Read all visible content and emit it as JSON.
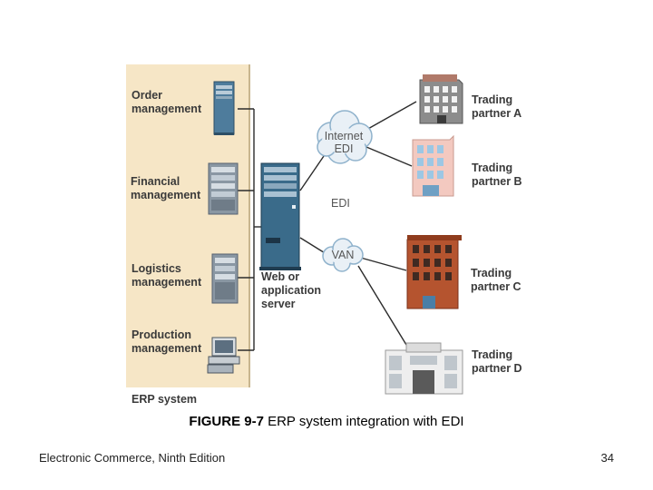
{
  "erp_modules": [
    {
      "line1": "Order",
      "line2": "management",
      "icon": "server-tower-icon"
    },
    {
      "line1": "Financial",
      "line2": "management",
      "icon": "server-rack-icon"
    },
    {
      "line1": "Logistics",
      "line2": "management",
      "icon": "server-rack-icon"
    },
    {
      "line1": "Production",
      "line2": "management",
      "icon": "desktop-computer-icon"
    }
  ],
  "erp_system_label": "ERP system",
  "server_label": {
    "line1": "Web or",
    "line2": "application",
    "line3": "server"
  },
  "clouds": {
    "internet": {
      "line1": "Internet",
      "line2": "EDI"
    },
    "van": "VAN"
  },
  "edi_label": "EDI",
  "partners": [
    {
      "line1": "Trading",
      "line2": "partner A"
    },
    {
      "line1": "Trading",
      "line2": "partner B"
    },
    {
      "line1": "Trading",
      "line2": "partner C"
    },
    {
      "line1": "Trading",
      "line2": "partner D"
    }
  ],
  "caption": {
    "figure": "FIGURE 9-7",
    "text": " ERP system integration with EDI"
  },
  "footer": {
    "left": "Electronic Commerce, Ninth Edition",
    "right": "34"
  },
  "colors": {
    "erp_panel": "#f6e6c6",
    "server_body": "#3a6b8a",
    "cloud": "#e9f0f6",
    "brick": "#b5542f",
    "line": "#2b2b2b"
  }
}
